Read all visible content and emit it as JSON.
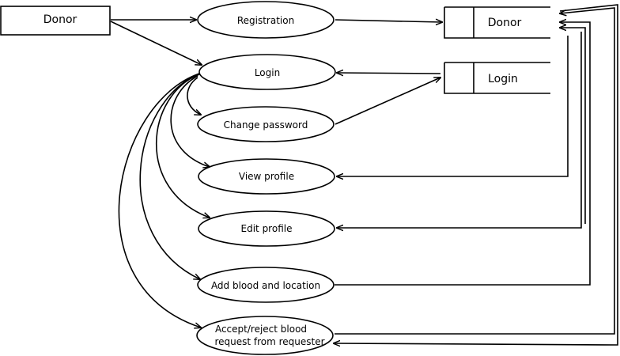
{
  "entity": {
    "label": "Donor"
  },
  "processes": {
    "registration": "Registration",
    "login": "Login",
    "change_password": "Change password",
    "view_profile": "View profile",
    "edit_profile": "Edit profile",
    "add_blood": "Add blood and location",
    "accept_reject_line1": "Accept/reject blood",
    "accept_reject_line2": "request from requester"
  },
  "stores": {
    "donor": "Donor",
    "login": "Login"
  }
}
